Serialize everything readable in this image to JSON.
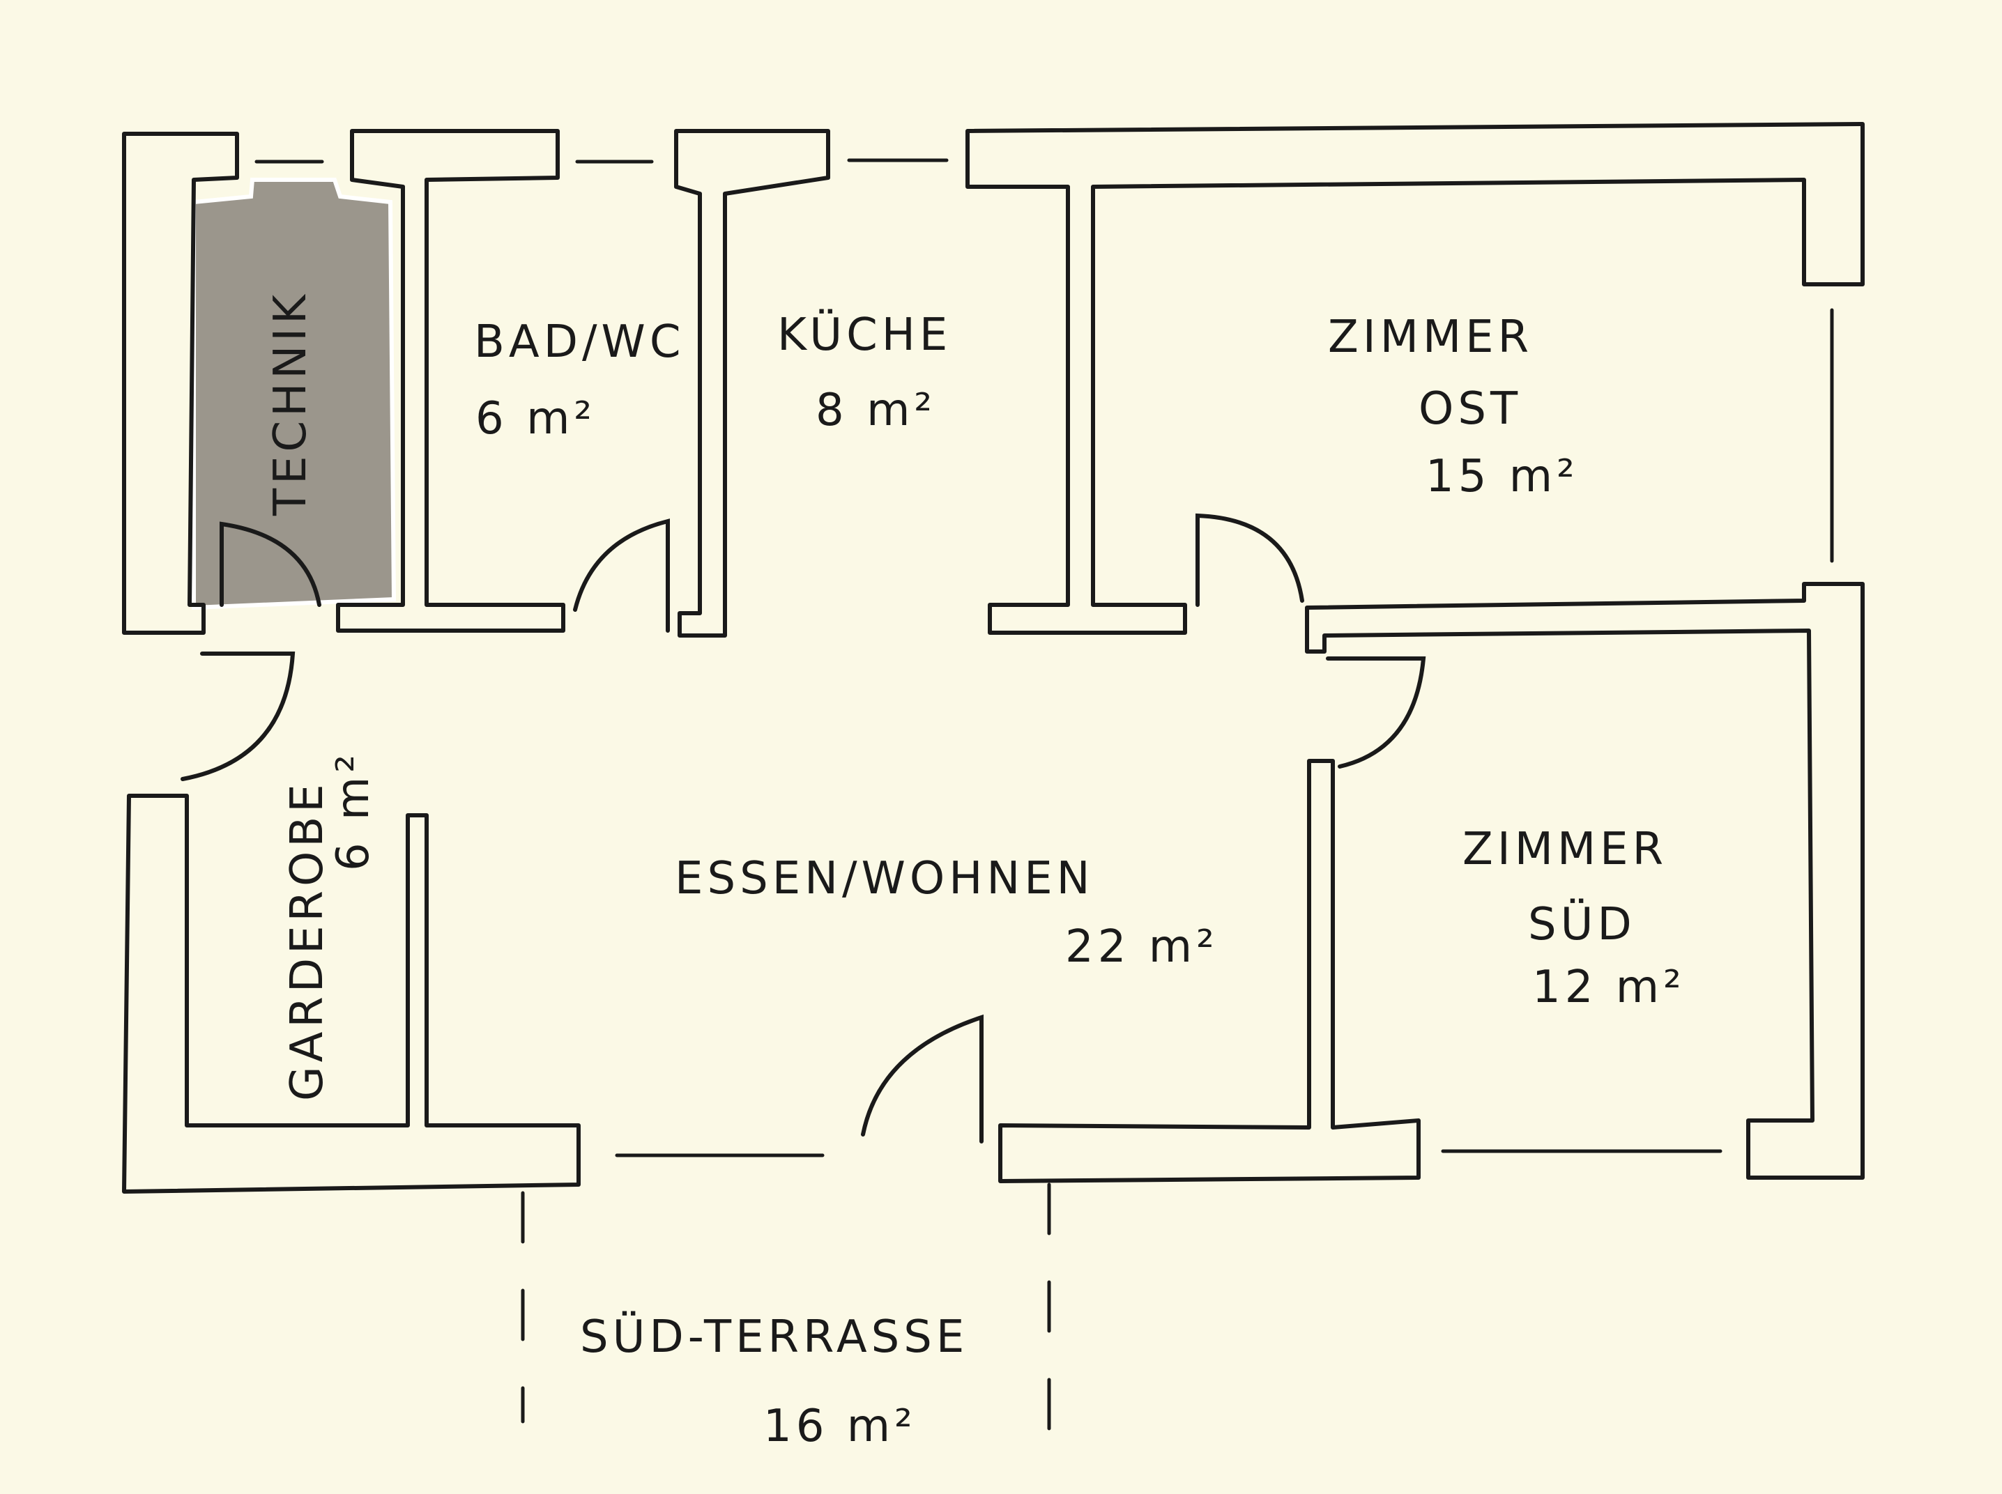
{
  "rooms": {
    "technik": {
      "name": "TECHNIK",
      "fill": "#9b968c"
    },
    "bad": {
      "name": "BAD/WC",
      "area": "6 m²"
    },
    "kueche": {
      "name": "KÜCHE",
      "area": "8 m²"
    },
    "ost": {
      "name_line1": "ZIMMER",
      "name_line2": "OST",
      "area": "15 m²"
    },
    "garderobe": {
      "name": "GARDEROBE",
      "area": "6 m²"
    },
    "wohnen": {
      "name": "ESSEN/WOHNEN",
      "area": "22 m²"
    },
    "sued": {
      "name_line1": "ZIMMER",
      "name_line2": "SÜD",
      "area": "12 m²"
    },
    "terrasse": {
      "name": "SÜD-TERRASSE",
      "area": "16 m²"
    }
  },
  "colors": {
    "paper": "#fbf9e6",
    "ink": "#1a1a1a",
    "technik_fill": "#9b968c"
  }
}
